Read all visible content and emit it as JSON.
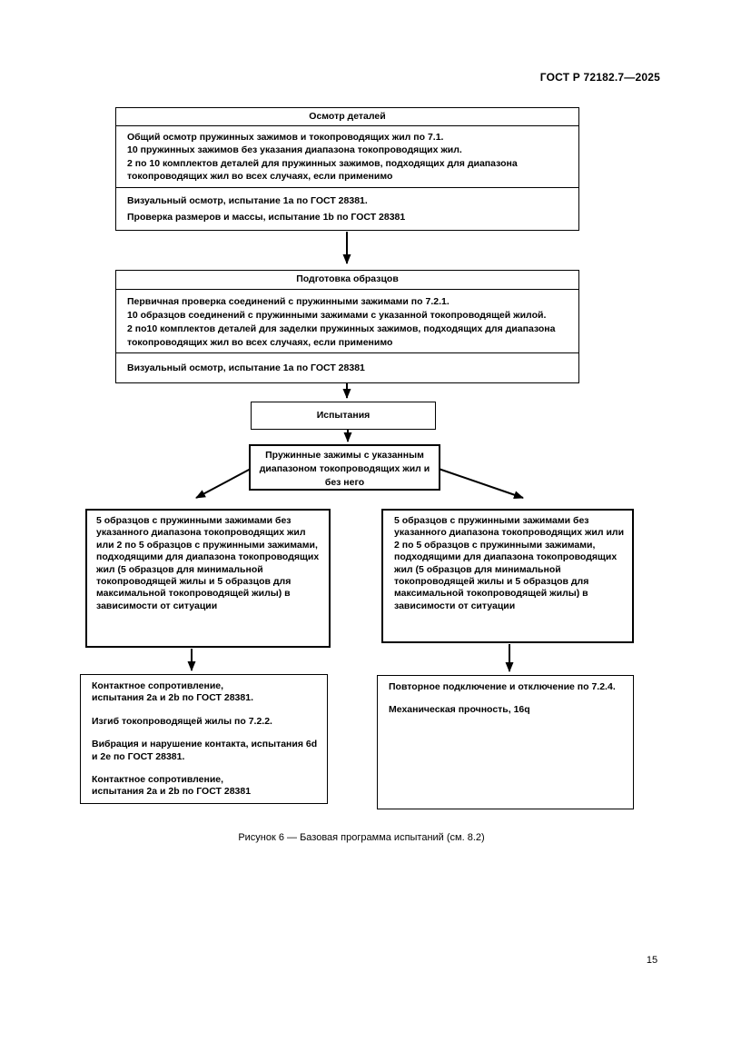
{
  "page": {
    "header": "ГОСТ Р 72182.7—2025",
    "caption": "Рисунок 6 — Базовая программа испытаний (см. 8.2)",
    "page_number": "15"
  },
  "colors": {
    "ink": "#000000",
    "background": "#ffffff"
  },
  "flowchart": {
    "inspection": {
      "title": "Осмотр деталей",
      "body_lines": [
        "Общий осмотр пружинных зажимов и токопроводящих жил по 7.1.",
        "10 пружинных зажимов без указания диапазона токопроводящих жил.",
        "2 по 10 комплектов деталей для пружинных зажимов, подходящих для диапазона",
        "токопроводящих жил во всех случаях, если применимо"
      ],
      "tests_lines": [
        "Визуальный осмотр, испытание 1a по ГОСТ 28381.",
        "Проверка размеров и массы, испытание 1b по ГОСТ 28381"
      ]
    },
    "preparation": {
      "title": "Подготовка образцов",
      "body_lines": [
        "Первичная проверка соединений с пружинными зажимами по 7.2.1.",
        "10 образцов соединений с пружинными зажимами с указанной токопроводящей жилой.",
        "2 по10 комплектов деталей для заделки пружинных зажимов, подходящих для диапазона",
        "токопроводящих жил во всех случаях, если применимо"
      ],
      "tests_lines": [
        "Визуальный осмотр, испытание 1a по ГОСТ 28381"
      ]
    },
    "tests": {
      "title": "Испытания"
    },
    "clamps": {
      "lines": [
        "Пружинные зажимы с указанным",
        "диапазоном токопроводящих жил и",
        "без него"
      ]
    },
    "left_samples": {
      "lines": [
        "5 образцов с пружинными зажимами без",
        "указанного диапазона токопроводящих жил",
        "или 2 по 5 образцов с пружинными зажимами,",
        "подходящими для диапазона токопроводящих",
        "жил (5 образцов для минимальной",
        "токопроводящей жилы и 5 образцов для",
        "максимальной токопроводящей жилы) в",
        "зависимости от ситуации"
      ]
    },
    "right_samples": {
      "lines": [
        "5 образцов с пружинными зажимами без",
        "указанного диапазона токопроводящих жил или",
        "2 по 5 образцов с пружинными зажимами,",
        "подходящими для диапазона токопроводящих",
        "жил (5 образцов для минимальной",
        "токопроводящей жилы и 5 образцов для",
        "максимальной токопроводящей жилы) в",
        "зависимости от ситуации"
      ]
    },
    "left_tests": {
      "lines": [
        "Контактное сопротивление,",
        "испытания 2a и 2b по ГОСТ 28381.",
        "",
        "Изгиб токопроводящей жилы по 7.2.2.",
        "",
        "Вибрация и нарушение контакта, испытания 6d",
        "и 2e по ГОСТ 28381.",
        "",
        "Контактное сопротивление,",
        "испытания 2a и 2b по ГОСТ 28381"
      ]
    },
    "right_tests": {
      "lines": [
        "Повторное подключение и отключение по 7.2.4.",
        "",
        "Механическая прочность, 16q"
      ]
    }
  }
}
